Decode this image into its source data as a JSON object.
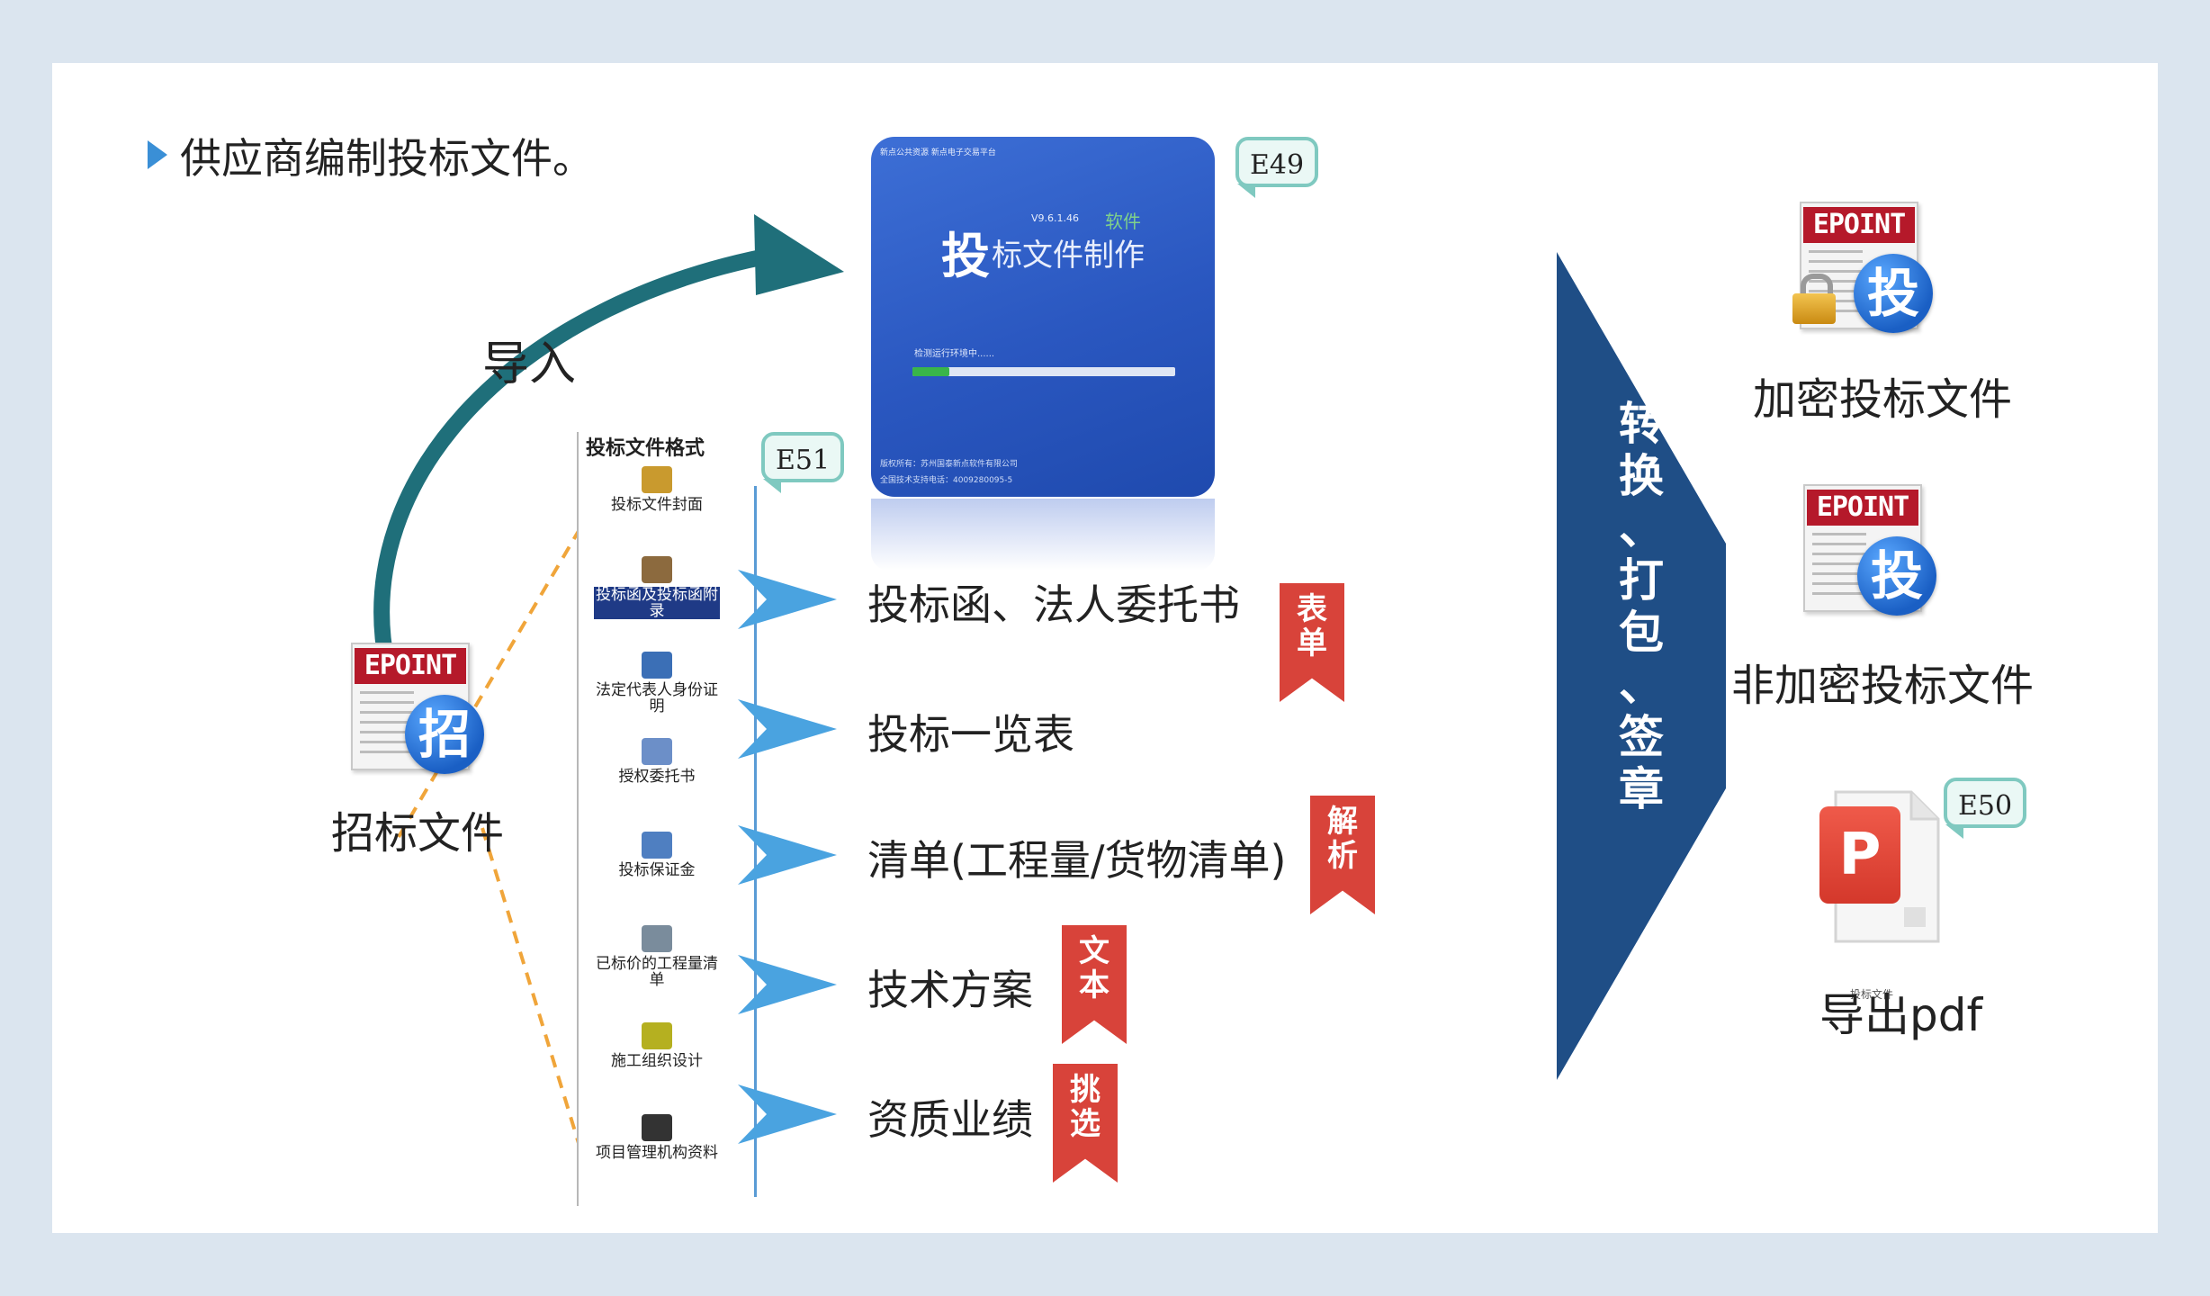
{
  "intro": "供应商编制投标文件。",
  "import_label": "导入",
  "tender_doc": {
    "brand": "EPOINT",
    "glyph": "招",
    "caption": "招标文件"
  },
  "software": {
    "top_text": "新点公共资源  新点电子交易平台",
    "version": "V9.6.1.46",
    "soft": "软件",
    "big_char": "投",
    "title": "标文件制作",
    "loading": "检测运行环境中......",
    "progress": 0.14,
    "footer1": "版权所有：苏州国泰新点软件有限公司",
    "footer2": "全国技术支持电话：4009280095-5",
    "tag": "E49"
  },
  "format_panel": {
    "header": "投标文件格式",
    "tag": "E51",
    "items": [
      {
        "label": "投标文件封面",
        "icon": "folder-icon",
        "color": "#c99a2e"
      },
      {
        "label": "投标函及投标函附录",
        "icon": "clipboard-icon",
        "color": "#8c6a3e",
        "selected": true
      },
      {
        "label": "法定代表人身份证明",
        "icon": "id-card-icon",
        "color": "#3b6fb6"
      },
      {
        "label": "授权委托书",
        "icon": "document-icon",
        "color": "#6c8fc8"
      },
      {
        "label": "投标保证金",
        "icon": "form-icon",
        "color": "#4f7fc1"
      },
      {
        "label": "已标价的工程量清单",
        "icon": "book-icon",
        "color": "#7a8c9c"
      },
      {
        "label": "施工组织设计",
        "icon": "books-icon",
        "color": "#b5b020"
      },
      {
        "label": "项目管理机构资料",
        "icon": "stapler-icon",
        "color": "#333333"
      }
    ]
  },
  "items": [
    {
      "text": "投标函、法人委托书",
      "ribbon": "表单"
    },
    {
      "text": "投标一览表",
      "ribbon": ""
    },
    {
      "text": "清单(工程量/货物清单)",
      "ribbon": "解析"
    },
    {
      "text": "技术方案",
      "ribbon": "文本"
    },
    {
      "text": "资质业绩",
      "ribbon": "挑选"
    }
  ],
  "process_text": "转换、打包、签章",
  "outputs": {
    "encrypted": {
      "brand": "EPOINT",
      "glyph": "投",
      "caption": "加密投标文件"
    },
    "plain": {
      "brand": "EPOINT",
      "glyph": "投",
      "caption": "非加密投标文件"
    },
    "pdf": {
      "small_label": "投标文件",
      "caption": "导出pdf",
      "tag": "E50"
    }
  },
  "colors": {
    "accent_blue": "#3a8fd6",
    "dark_navy": "#1f4e86",
    "ribbon_red": "#d8433a",
    "teal_arrow": "#1f6f7a",
    "brand_red": "#b5192a"
  }
}
